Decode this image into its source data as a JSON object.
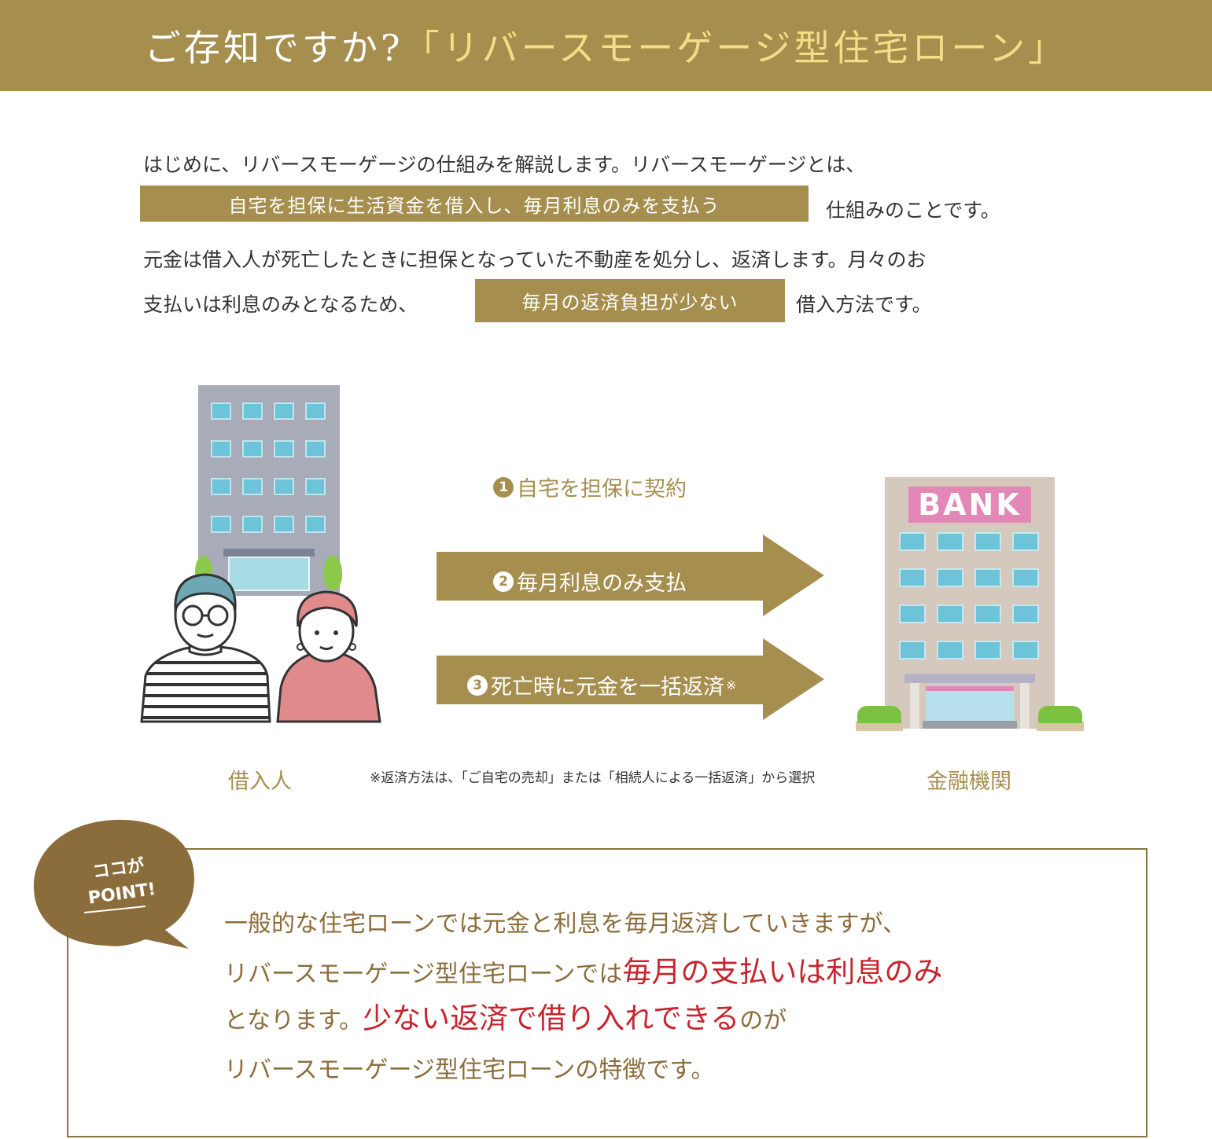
{
  "header": {
    "question": "ご存知ですか?",
    "highlight": "「リバースモーゲージ型住宅ローン」"
  },
  "intro": {
    "line1": "はじめに、リバースモーゲージの仕組みを解説します。リバースモーゲージとは、",
    "pill1": "自宅を担保に生活資金を借入し、毎月利息のみを支払う",
    "line2_after": "仕組みのことです。",
    "line3": "元金は借入人が死亡したときに担保となっていた不動産を処分し、返済します。月々のお",
    "line4_before": "支払いは利息のみとなるため、",
    "pill2": "毎月の返済負担が少ない",
    "line4_after": "借入方法です。"
  },
  "diagram": {
    "step1": {
      "num": "1",
      "label": "自宅を担保に契約"
    },
    "step2": {
      "num": "2",
      "label": "毎月利息のみ支払"
    },
    "step3": {
      "num": "3",
      "label": "死亡時に元金を一括返済",
      "mark": "※"
    },
    "bank_sign": "BANK",
    "borrower_label": "借入人",
    "institution_label": "金融機関",
    "note": "※返済方法は、「ご自宅の売却」または「相続人による一括返済」から選択",
    "colors": {
      "gold": "#a68f4e",
      "pink": "#e388b6",
      "window": "#6dc3d7"
    }
  },
  "point": {
    "bubble_line1": "ココが",
    "bubble_line2": "POINT!",
    "line1": "一般的な住宅ローンでは元金と利息を毎月返済していきますが、",
    "line2_before": "リバースモーゲージ型住宅ローンでは",
    "line2_red": "毎月の支払いは利息のみ",
    "line3_before": "となります。",
    "line3_red": "少ない返済で借り入れできる",
    "line3_after": "のが",
    "line4": "リバースモーゲージ型住宅ローンの特徴です。"
  }
}
